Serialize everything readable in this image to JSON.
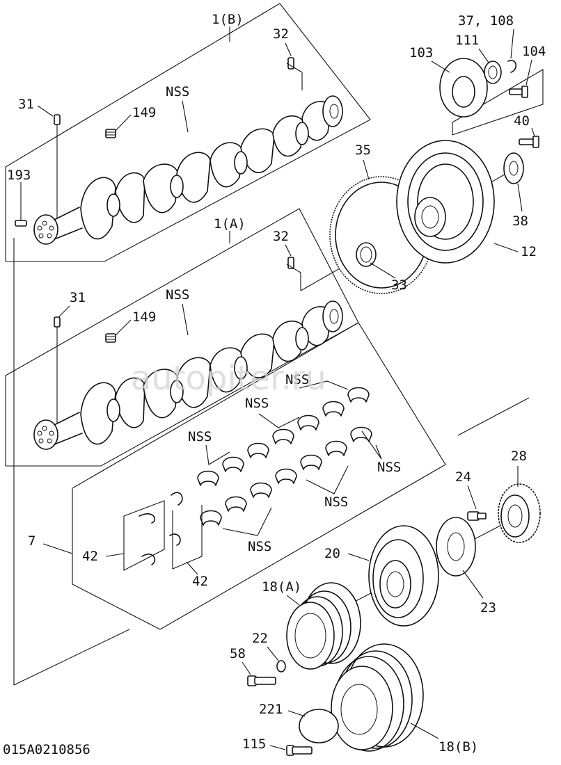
{
  "watermark": "autopiter.ru",
  "document_code": "015A0210856",
  "callouts": {
    "c1b": "1(B)",
    "c32a": "32",
    "c31a": "31",
    "c149a": "149",
    "cnss_a": "NSS",
    "c193": "193",
    "c1a": "1(A)",
    "c32b": "32",
    "c31b": "31",
    "c149b": "149",
    "cnss_b": "NSS",
    "c37_108": "37, 108",
    "c111": "111",
    "c103": "103",
    "c104": "104",
    "c40": "40",
    "c35": "35",
    "c38": "38",
    "c12": "12",
    "c33": "33",
    "cnss_c": "NSS",
    "cnss_d": "NSS",
    "cnss_e": "NSS",
    "cnss_f": "NSS",
    "cnss_g": "NSS",
    "cnss_h": "NSS",
    "c7": "7",
    "c42a": "42",
    "c42b": "42",
    "c28": "28",
    "c24": "24",
    "c20": "20",
    "c23": "23",
    "c18a": "18(A)",
    "c22": "22",
    "c58": "58",
    "c221": "221",
    "c115": "115",
    "c18b": "18(B)"
  }
}
